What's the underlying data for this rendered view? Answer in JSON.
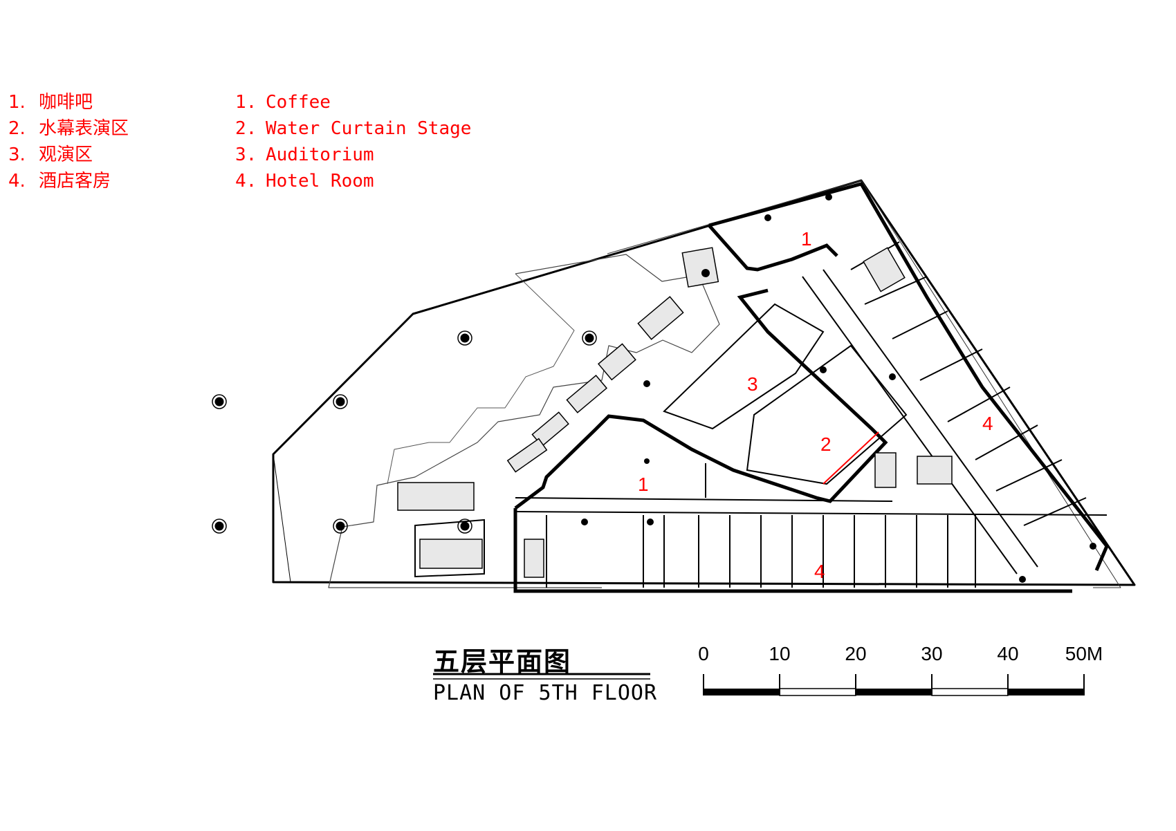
{
  "legend_zh": [
    {
      "num": "1.",
      "label": "咖啡吧"
    },
    {
      "num": "2.",
      "label": "水幕表演区"
    },
    {
      "num": "3.",
      "label": "观演区"
    },
    {
      "num": "4.",
      "label": "酒店客房"
    }
  ],
  "legend_en": [
    {
      "num": "1.",
      "label": "Coffee"
    },
    {
      "num": "2.",
      "label": "Water Curtain Stage"
    },
    {
      "num": "3.",
      "label": "Auditorium"
    },
    {
      "num": "4.",
      "label": "Hotel Room"
    }
  ],
  "plan_labels": {
    "coffee_north": "1",
    "coffee_south": "1",
    "stage": "2",
    "auditorium": "3",
    "rooms_east": "4",
    "rooms_south": "4"
  },
  "title": {
    "zh": "五层平面图",
    "en": "PLAN OF 5TH FLOOR"
  },
  "scale_bar": {
    "ticks": [
      "0",
      "10",
      "20",
      "30",
      "40",
      "50M"
    ]
  },
  "colors": {
    "label_red": "#ff0000",
    "line": "#000000"
  }
}
